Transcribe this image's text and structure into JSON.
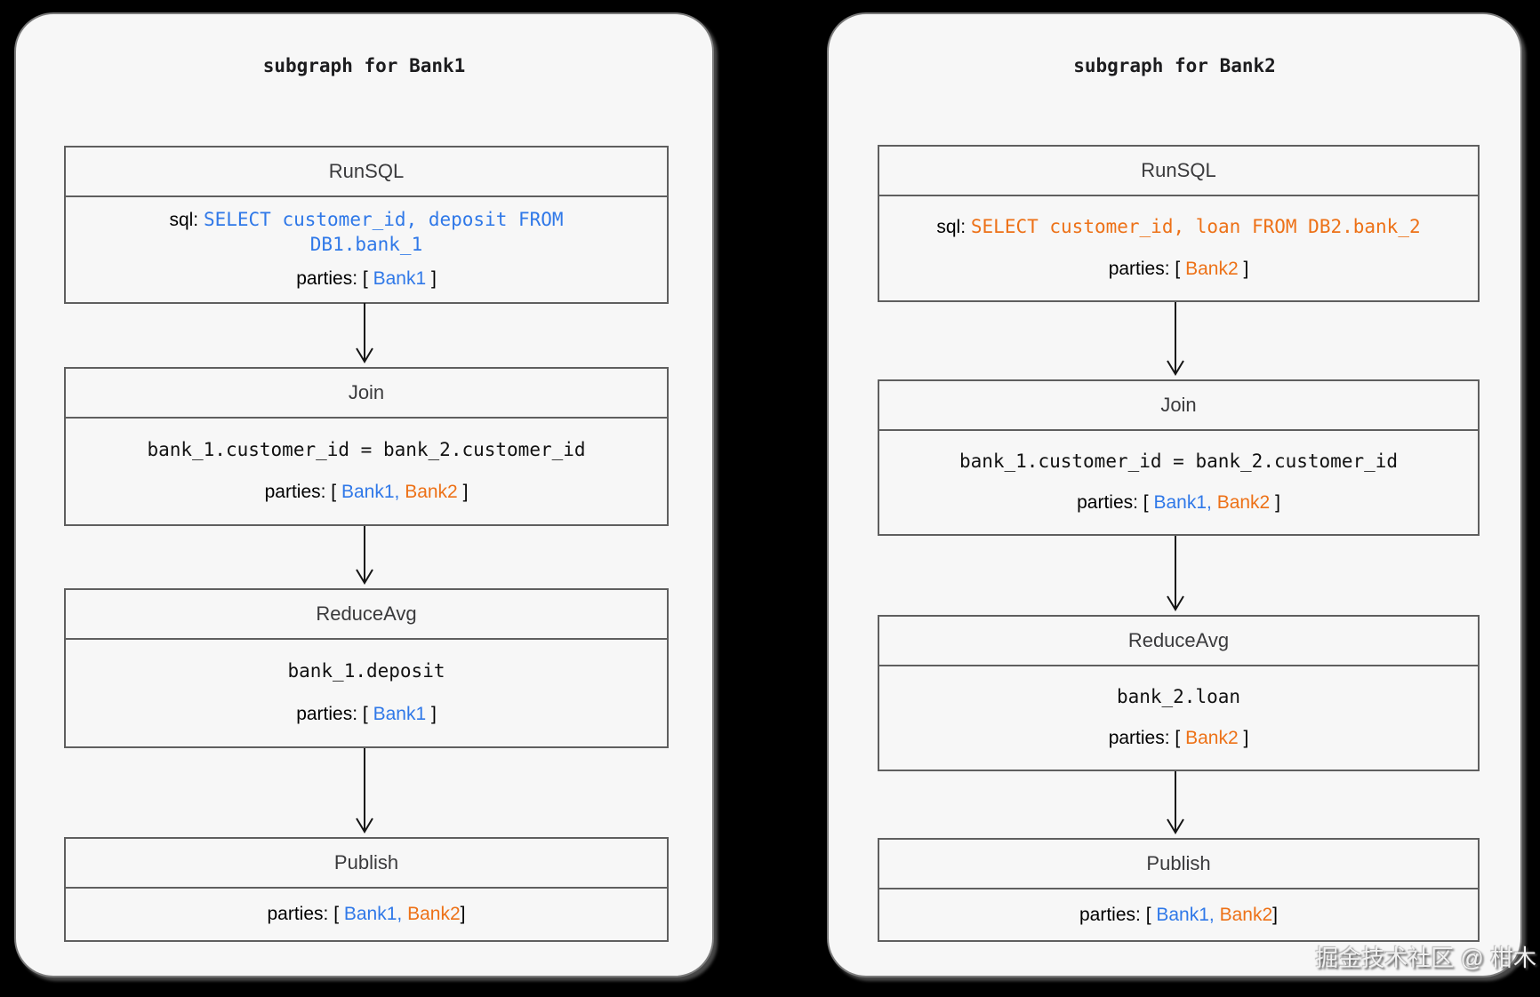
{
  "colors": {
    "bank1_blue": "#2f78e8",
    "bank2_orange": "#ed7117"
  },
  "watermark": {
    "text": "掘金技术社区 @ 柑木"
  },
  "panels": [
    {
      "title": "subgraph for Bank1",
      "nodes": [
        {
          "header": "RunSQL",
          "sql_label": "sql: ",
          "sql_code": "SELECT customer_id, deposit FROM DB1.bank_1",
          "sql_color": "#2f78e8",
          "parties_prefix": "parties: [ ",
          "parties": [
            {
              "name": "Bank1",
              "color": "#2f78e8"
            }
          ],
          "parties_close": " ]"
        },
        {
          "header": "Join",
          "expr": "bank_1.customer_id = bank_2.customer_id",
          "parties_prefix": "parties: [ ",
          "parties": [
            {
              "name": "Bank1",
              "color": "#2f78e8"
            },
            {
              "name": "Bank2",
              "color": "#ed7117"
            }
          ],
          "parties_sep": ", ",
          "parties_close": " ]"
        },
        {
          "header": "ReduceAvg",
          "expr": "bank_1.deposit",
          "parties_prefix": "parties: [ ",
          "parties": [
            {
              "name": "Bank1",
              "color": "#2f78e8"
            }
          ],
          "parties_close": " ]"
        },
        {
          "header": "Publish",
          "parties_prefix": "parties: [ ",
          "parties": [
            {
              "name": "Bank1",
              "color": "#2f78e8"
            },
            {
              "name": "Bank2",
              "color": "#ed7117"
            }
          ],
          "parties_sep": ", ",
          "parties_close": "]"
        }
      ]
    },
    {
      "title": "subgraph for Bank2",
      "nodes": [
        {
          "header": "RunSQL",
          "sql_label": "sql: ",
          "sql_code": "SELECT customer_id, loan FROM DB2.bank_2",
          "sql_color": "#ed7117",
          "parties_prefix": "parties: [ ",
          "parties": [
            {
              "name": "Bank2",
              "color": "#ed7117"
            }
          ],
          "parties_close": " ]"
        },
        {
          "header": "Join",
          "expr": "bank_1.customer_id = bank_2.customer_id",
          "parties_prefix": "parties: [ ",
          "parties": [
            {
              "name": "Bank1",
              "color": "#2f78e8"
            },
            {
              "name": "Bank2",
              "color": "#ed7117"
            }
          ],
          "parties_sep": ", ",
          "parties_close": " ]"
        },
        {
          "header": "ReduceAvg",
          "expr": "bank_2.loan",
          "parties_prefix": "parties: [ ",
          "parties": [
            {
              "name": "Bank2",
              "color": "#ed7117"
            }
          ],
          "parties_close": " ]"
        },
        {
          "header": "Publish",
          "parties_prefix": "parties: [ ",
          "parties": [
            {
              "name": "Bank1",
              "color": "#2f78e8"
            },
            {
              "name": "Bank2",
              "color": "#ed7117"
            }
          ],
          "parties_sep": ", ",
          "parties_close": "]"
        }
      ]
    }
  ]
}
